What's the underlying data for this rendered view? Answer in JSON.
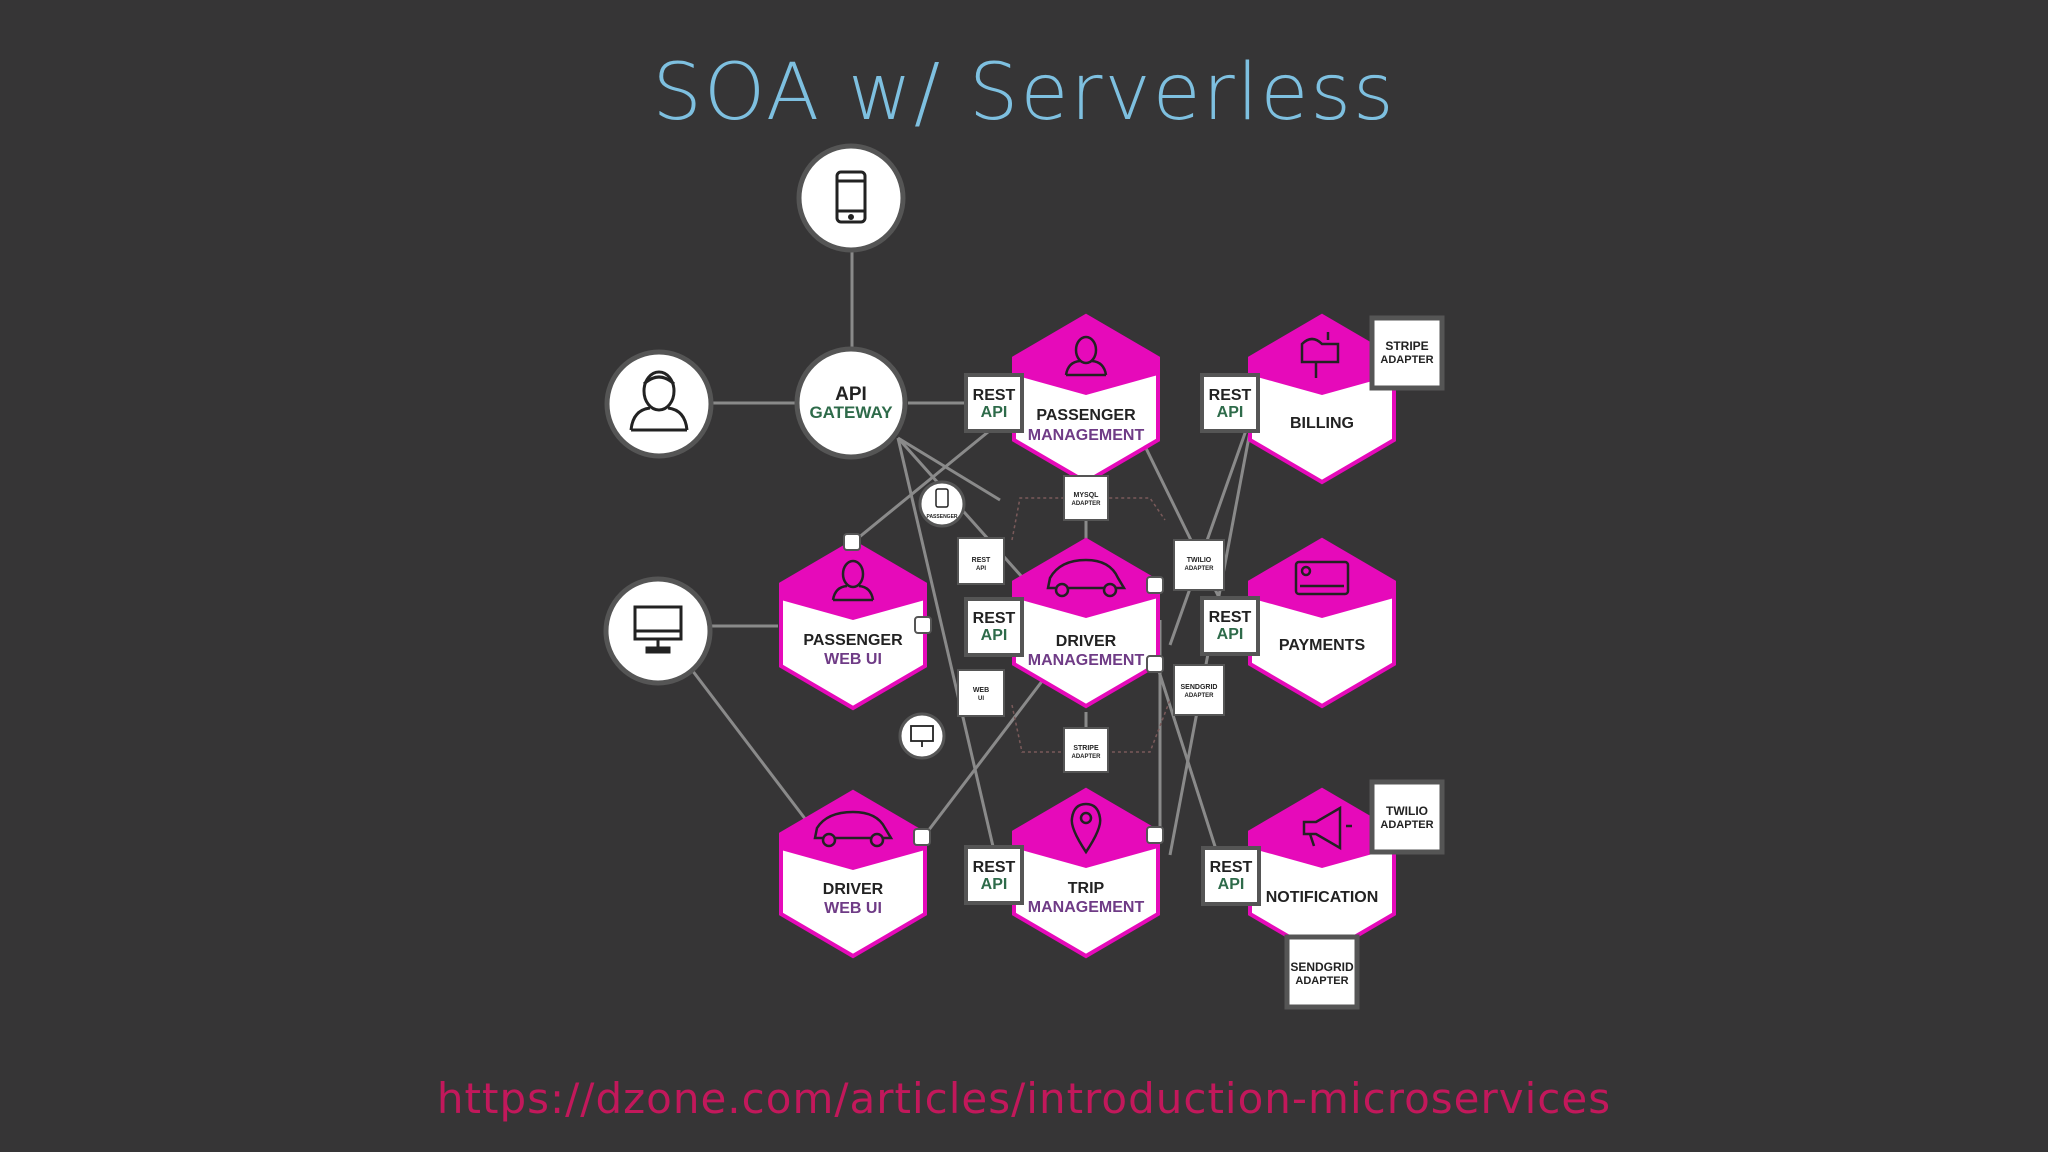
{
  "title": "SOA w/ Serverless",
  "source_link": "https://dzone.com/articles/introduction-microservices",
  "colors": {
    "background": "#363536",
    "title": "#7ec0e0",
    "link": "#c2185b",
    "hex_magenta": "#e60aba",
    "sub_purple": "#6f3b86",
    "sub_green": "#2e6b4a",
    "line": "#8a8a8a"
  },
  "clients": {
    "mobile": {
      "icon": "mobile-phone-icon"
    },
    "user": {
      "icon": "user-icon"
    },
    "desktop": {
      "icon": "desktop-monitor-icon"
    }
  },
  "gateway": {
    "line1": "API",
    "line2": "GATEWAY"
  },
  "services": {
    "passenger_management": {
      "line1": "PASSENGER",
      "line2": "MANAGEMENT",
      "icon": "user-icon"
    },
    "billing": {
      "line1": "BILLING",
      "line2": "",
      "icon": "mailbox-icon"
    },
    "passenger_web_ui": {
      "line1": "PASSENGER",
      "line2": "WEB UI",
      "icon": "user-icon"
    },
    "driver_management": {
      "line1": "DRIVER",
      "line2": "MANAGEMENT",
      "icon": "car-icon"
    },
    "payments": {
      "line1": "PAYMENTS",
      "line2": "",
      "icon": "credit-card-icon"
    },
    "driver_web_ui": {
      "line1": "DRIVER",
      "line2": "WEB UI",
      "icon": "car-icon"
    },
    "trip_management": {
      "line1": "TRIP",
      "line2": "MANAGEMENT",
      "icon": "location-pin-icon"
    },
    "notification": {
      "line1": "NOTIFICATION",
      "line2": "",
      "icon": "megaphone-icon"
    }
  },
  "rest_api": {
    "line1": "REST",
    "line2": "API"
  },
  "adapters": {
    "stripe_billing": {
      "line1": "STRIPE",
      "line2": "ADAPTER"
    },
    "twilio_notification": {
      "line1": "TWILIO",
      "line2": "ADAPTER"
    },
    "sendgrid_notification": {
      "line1": "SENDGRID",
      "line2": "ADAPTER"
    }
  },
  "small_labels": {
    "mysql": {
      "line1": "MYSQL",
      "line2": "ADAPTER"
    },
    "twilio": {
      "line1": "TWILIO",
      "line2": "ADAPTER"
    },
    "sendgrid": {
      "line1": "SENDGRID",
      "line2": "ADAPTER"
    },
    "stripe": {
      "line1": "STRIPE",
      "line2": "ADAPTER"
    },
    "rest": {
      "line1": "REST",
      "line2": "API"
    },
    "web": {
      "line1": "WEB",
      "line2": "UI"
    },
    "passenger": "PASSENGER"
  }
}
